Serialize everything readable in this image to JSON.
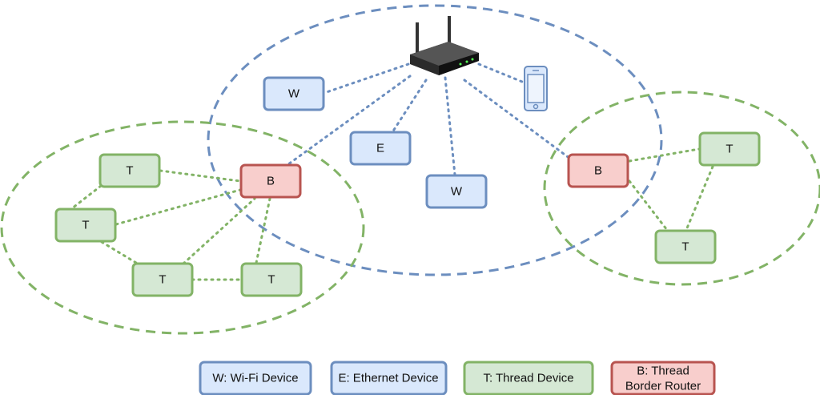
{
  "colors": {
    "wifi_fill": "#dae8fc",
    "wifi_stroke": "#6c8ebf",
    "thread_fill": "#d5e8d4",
    "thread_stroke": "#82b366",
    "border_fill": "#f8cecc",
    "border_stroke": "#b85450",
    "wifi_network": "#6c8ebf",
    "thread_network": "#82b366"
  },
  "nodes": {
    "router": {
      "label": "",
      "icon": "wifi-router-icon"
    },
    "phone": {
      "label": "",
      "icon": "smartphone-icon"
    },
    "w1": {
      "label": "W"
    },
    "e1": {
      "label": "E"
    },
    "w2": {
      "label": "W"
    },
    "b_left": {
      "label": "B"
    },
    "b_right": {
      "label": "B"
    },
    "t_l1": {
      "label": "T"
    },
    "t_l2": {
      "label": "T"
    },
    "t_l3": {
      "label": "T"
    },
    "t_l4": {
      "label": "T"
    },
    "t_r1": {
      "label": "T"
    },
    "t_r2": {
      "label": "T"
    }
  },
  "legend": [
    {
      "label": "W: Wi-Fi Device",
      "kind": "wifi"
    },
    {
      "label": "E: Ethernet Device",
      "kind": "wifi"
    },
    {
      "label": "T: Thread Device",
      "kind": "thread"
    },
    {
      "label_line1": "B: Thread",
      "label_line2": "Border Router",
      "kind": "border"
    }
  ]
}
